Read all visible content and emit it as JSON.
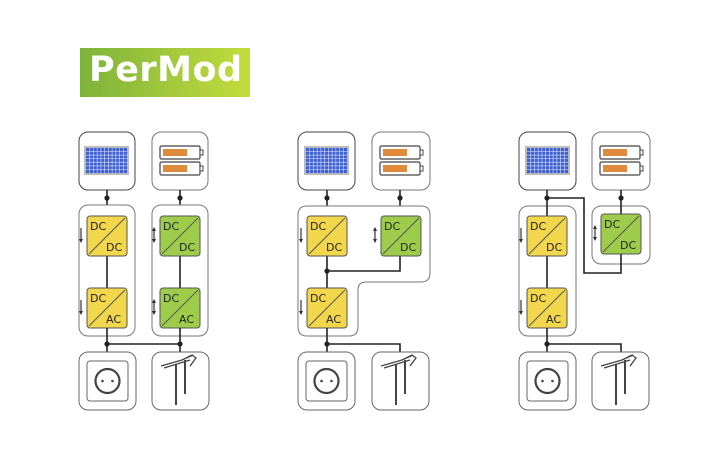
{
  "logo": {
    "text": "PerMod",
    "color_start": "#7db33a",
    "color_end": "#c3dc3c"
  },
  "labels": {
    "dc": "DC",
    "ac": "AC"
  },
  "colors": {
    "pv_converter": "#f2d64b",
    "battery_converter": "#9ccc4a",
    "solar_cell": "#3d5fd1",
    "battery_charge": "#e08a3c",
    "line": "#222222"
  },
  "diagrams": [
    {
      "name": "dc-coupled-separate",
      "converters": [
        {
          "group": "pv",
          "type": "DC/DC",
          "flow": "one-way"
        },
        {
          "group": "pv",
          "type": "DC/AC",
          "flow": "one-way"
        },
        {
          "group": "battery",
          "type": "DC/DC",
          "flow": "bidirectional"
        },
        {
          "group": "battery",
          "type": "DC/AC",
          "flow": "bidirectional"
        }
      ]
    },
    {
      "name": "dc-coupled-shared-inverter",
      "converters": [
        {
          "group": "pv",
          "type": "DC/DC",
          "flow": "one-way"
        },
        {
          "group": "battery",
          "type": "DC/DC",
          "flow": "bidirectional"
        },
        {
          "group": "pv",
          "type": "DC/AC",
          "flow": "one-way"
        }
      ]
    },
    {
      "name": "pv-generator-coupled",
      "converters": [
        {
          "group": "pv",
          "type": "DC/DC",
          "flow": "one-way"
        },
        {
          "group": "pv",
          "type": "DC/AC",
          "flow": "one-way"
        },
        {
          "group": "battery",
          "type": "DC/DC",
          "flow": "bidirectional"
        }
      ]
    }
  ]
}
